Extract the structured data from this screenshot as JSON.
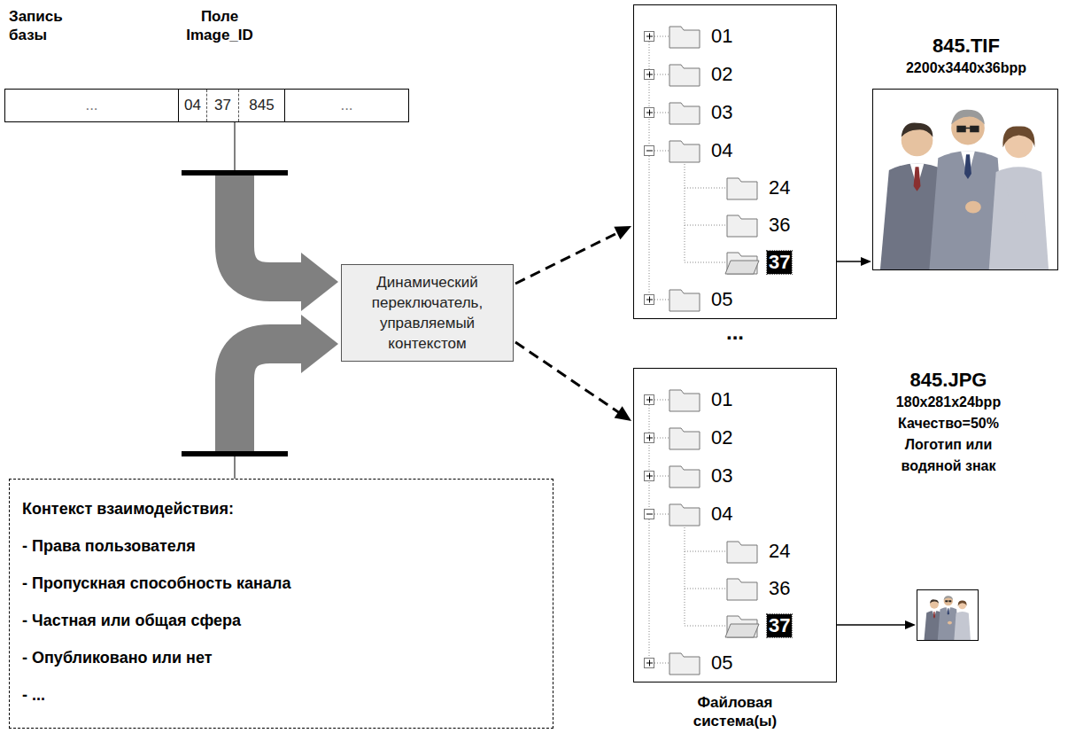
{
  "diagram": {
    "nodes": [
      {
        "text": [
          "...",
          "04",
          "37",
          "845",
          "..."
        ]
      },
      {
        "text": [
          "Динамический переключатель, управляемый контекстом"
        ]
      },
      {
        "text": [
          "Контекст взаимодействия:",
          "- Права пользователя",
          "- Пропускная способность канала",
          "- Частная или общая сфера",
          "- Опубликовано или нет",
          "- ..."
        ]
      },
      {
        "text": [
          "01",
          "02",
          "03",
          "04",
          "24",
          "36",
          "37",
          "05"
        ]
      },
      {
        "text": [
          "01",
          "02",
          "03",
          "04",
          "24",
          "36",
          "37",
          "05"
        ]
      },
      {
        "text": [
          "845.TIF",
          "2200x3440x36bpp"
        ]
      },
      {
        "text": [
          "845.JPG",
          "180x281x24bpp",
          "Качество=50%",
          "Логотип или водяной знак"
        ]
      }
    ],
    "edges": [
      {
        "from": 0,
        "to": 1,
        "arrow": "to"
      },
      {
        "from": 2,
        "to": 1,
        "arrow": "to"
      },
      {
        "from": 1,
        "to": 3,
        "arrow": "to"
      },
      {
        "from": 1,
        "to": 4,
        "arrow": "to"
      },
      {
        "from": 3,
        "to": 5,
        "arrow": "to"
      },
      {
        "from": 4,
        "to": 6,
        "arrow": "to"
      }
    ],
    "labels": [
      "Запись базы",
      "Поле Image_ID",
      "...",
      "Файловая система(ы)"
    ]
  }
}
